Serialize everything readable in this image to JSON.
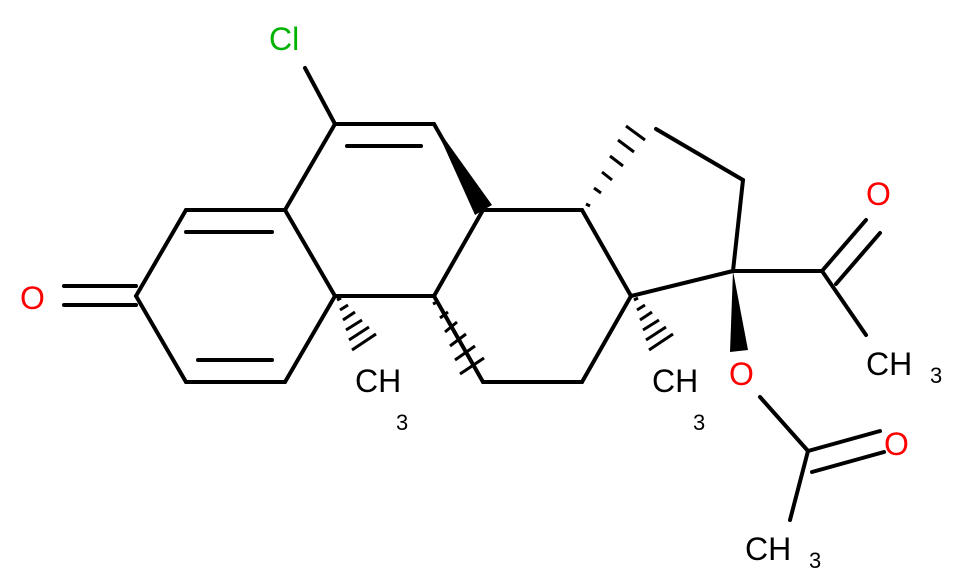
{
  "atoms": {
    "cl": {
      "text": "Cl",
      "color": "#00b300"
    },
    "o_ketone": {
      "text": "O",
      "color": "#ff0000"
    },
    "o_acetyl": {
      "text": "O",
      "color": "#ff0000"
    },
    "o_ester": {
      "text": "O",
      "color": "#ff0000"
    },
    "o_carbonyl": {
      "text": "O",
      "color": "#ff0000"
    },
    "me_c10": {
      "text": "CH",
      "sub": "3"
    },
    "me_c13": {
      "text": "CH",
      "sub": "3"
    },
    "me_acetyl": {
      "text": "CH",
      "sub": "3"
    },
    "me_acetate": {
      "text": "CH",
      "sub": "3"
    }
  }
}
